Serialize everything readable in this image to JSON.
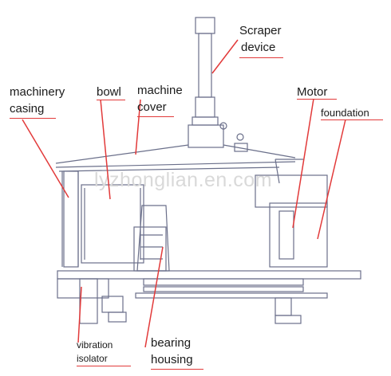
{
  "watermark": "lyzhonglian.en.com",
  "labels": {
    "scraper_device_1": "Scraper",
    "scraper_device_2": "device",
    "machinery_casing_1": "machinery",
    "machinery_casing_2": "casing",
    "bowl": "bowl",
    "machine_cover_1": "machine",
    "machine_cover_2": "cover",
    "motor": "Motor",
    "foundation": "foundation",
    "vibration_isolator_1": "vibration",
    "vibration_isolator_2": "isolator",
    "bearing_housing_1": "bearing",
    "bearing_housing_2": "housing"
  },
  "colors": {
    "annotation": "#e23a3a",
    "drawing": "#6a6f8a",
    "text": "#1a1a1a"
  }
}
